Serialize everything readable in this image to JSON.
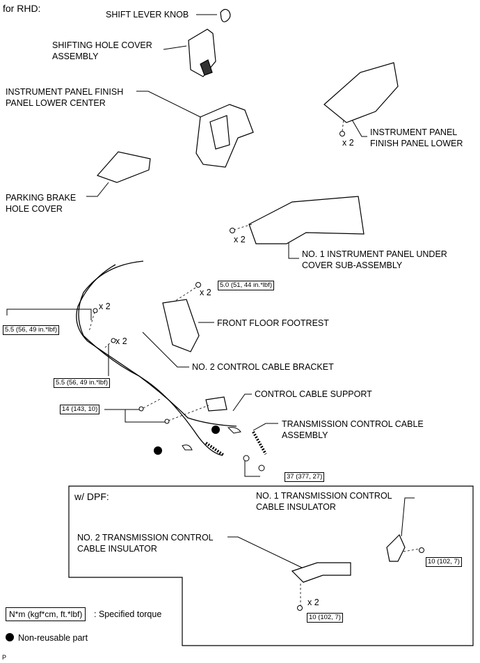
{
  "header": "for RHD:",
  "labels": {
    "knob": "SHIFT LEVER KNOB",
    "hole_cover_1": "SHIFTING HOLE COVER",
    "hole_cover_2": "ASSEMBLY",
    "finish_center_1": "INSTRUMENT PANEL FINISH",
    "finish_center_2": "PANEL LOWER CENTER",
    "finish_lower_1": "INSTRUMENT PANEL",
    "finish_lower_2": "FINISH PANEL LOWER",
    "parking_1": "PARKING BRAKE",
    "parking_2": "HOLE COVER",
    "under_cover_1": "NO. 1 INSTRUMENT PANEL UNDER",
    "under_cover_2": "COVER SUB-ASSEMBLY",
    "footrest": "FRONT FLOOR FOOTREST",
    "bracket": "NO. 2 CONTROL CABLE BRACKET",
    "support": "CONTROL CABLE SUPPORT",
    "trans_cable_1": "TRANSMISSION CONTROL CABLE",
    "trans_cable_2": "ASSEMBLY"
  },
  "quantities": {
    "finish_lower": "x 2",
    "under_cover": "x 2",
    "footrest": "x 2",
    "bolt_upper": "x 2",
    "bolt_lower": "x 2",
    "dpf_nut": "x 2"
  },
  "torques": {
    "footrest": "5.0 (51, 44 in.*lbf)",
    "upper_bolt": "5.5 (56, 49 in.*lbf)",
    "lower_bolt": "5.5 (56, 49 in.*lbf)",
    "support_bolt": "14 (143, 10)",
    "cable_nut": "37 (377, 27)",
    "insulator_1": "10 (102, 7)",
    "insulator_2": "10 (102, 7)"
  },
  "dpf": {
    "title": "w/ DPF:",
    "ins1_1": "NO. 1 TRANSMISSION CONTROL",
    "ins1_2": "CABLE INSULATOR",
    "ins2_1": "NO. 2 TRANSMISSION CONTROL",
    "ins2_2": "CABLE INSULATOR"
  },
  "legend": {
    "torque_box": "N*m (kgf*cm, ft.*lbf)",
    "torque_text": ": Specified torque",
    "nonreusable": "Non-reusable part"
  },
  "footer_code": "P"
}
